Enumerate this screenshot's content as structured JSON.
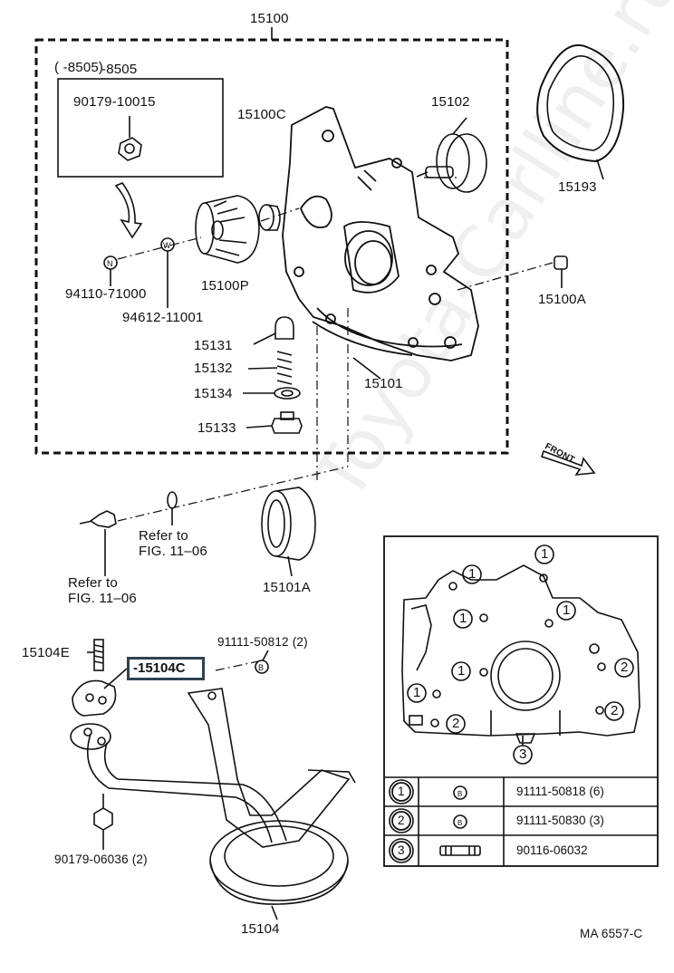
{
  "labels": {
    "assembly": "15100",
    "prior_range": "(      -8505)",
    "nut_inset": "90179-10015",
    "gasket_15193": "15193",
    "p15100C": "15100C",
    "p15102": "15102",
    "p15100P": "15100P",
    "p94110": "94110-71000",
    "p94612": "94612-11001",
    "p15100A": "15100A",
    "p15131": "15131",
    "p15132": "15132",
    "p15134": "15134",
    "p15133": "15133",
    "p15101": "15101",
    "p15101A": "15101A",
    "refer_a_line1": "Refer to",
    "refer_a_line2": "FIG. 11–06",
    "refer_b_line1": "Refer to",
    "refer_b_line2": "FIG. 11–06",
    "p15104E": "15104E",
    "p15104C": "-15104C",
    "bolt_91111": "91111-50812  (2)",
    "p90179": "90179-06036  (2)",
    "p15104": "15104",
    "front": "FRONT",
    "figure_code": "MA 6557-C"
  },
  "markers": {
    "n": "N",
    "w": "W",
    "b": "B",
    "one": "1",
    "two": "2",
    "three": "3"
  },
  "bolt_table": [
    {
      "key": "1",
      "type": "B",
      "part": "91111-50818  (6)"
    },
    {
      "key": "2",
      "type": "B",
      "part": "91111-50830  (3)"
    },
    {
      "key": "3",
      "type": "stud",
      "part": "90116-06032"
    }
  ],
  "watermark": "Toyota-Carlline.ru"
}
